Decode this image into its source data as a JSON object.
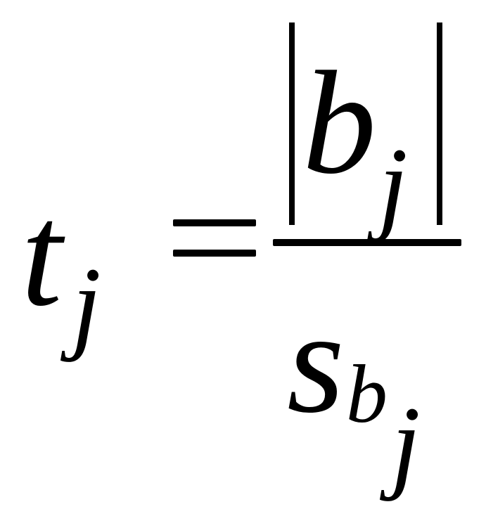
{
  "formula": {
    "lhs": {
      "symbol": "t",
      "subscript": "j"
    },
    "equals": "=",
    "numerator": {
      "symbol": "b",
      "subscript": "j",
      "delimiter": "absolute-value"
    },
    "denominator": {
      "symbol": "s",
      "subscript": "b",
      "sub_subscript": "j"
    }
  }
}
